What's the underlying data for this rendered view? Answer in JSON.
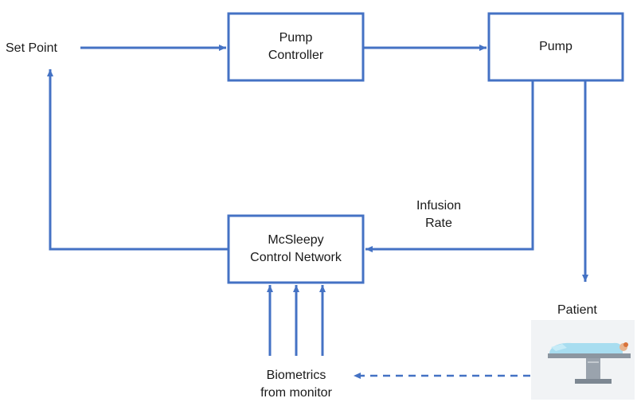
{
  "labels": {
    "set_point": "Set Point",
    "infusion_rate_line1": "Infusion",
    "infusion_rate_line2": "Rate",
    "patient": "Patient",
    "biometrics_line1": "Biometrics",
    "biometrics_line2": "from monitor"
  },
  "boxes": {
    "pump_controller": {
      "line1": "Pump",
      "line2": "Controller"
    },
    "pump": {
      "line1": "Pump"
    },
    "control_network": {
      "line1": "McSleepy",
      "line2": "Control Network"
    }
  },
  "colors": {
    "line": "#4472c4",
    "patient_sheet": "#a8ddf0",
    "patient_table": "#9aa3ad",
    "patient_bg": "#f1f3f5"
  },
  "icons": {
    "patient_image": "patient-on-operating-table"
  }
}
